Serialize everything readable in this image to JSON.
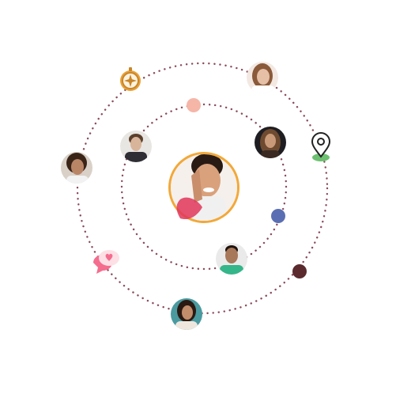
{
  "scene": {
    "orbit_color": "#8a4a5a",
    "accent_colors": {
      "peach_dot": "#f5b6a8",
      "blue_dot": "#5a6fb3",
      "maroon_dot": "#5a2a2e",
      "center_ring": "#f2a838",
      "map_pin_base": "#6cc070",
      "chat_bubble": "#f46d8f",
      "compass": "#c8862a"
    },
    "icons": [
      "compass-icon",
      "map-pin-icon",
      "chat-heart-icon"
    ],
    "avatars": [
      {
        "name": "center-user",
        "skin": "#d9a27c",
        "hair": "#2a1a14",
        "bg": "#f6f0ec",
        "shirt": "#f0f0f0"
      },
      {
        "name": "user-top-right",
        "skin": "#e5bfa6",
        "hair": "#8a5a3a",
        "bg": "#f3e8e2",
        "shirt": "#ffffff"
      },
      {
        "name": "user-left",
        "skin": "#b98567",
        "hair": "#3a2418",
        "bg": "#d9d0c8",
        "shirt": "#f2f2f2"
      },
      {
        "name": "user-inner-left",
        "skin": "#d8b49a",
        "hair": "#5a3f2c",
        "bg": "#e8e6e2",
        "shirt": "#2e2e34"
      },
      {
        "name": "user-inner-right",
        "skin": "#c99a7a",
        "hair": "#6e4a30",
        "bg": "#1e1e22",
        "shirt": "#3a2a22"
      },
      {
        "name": "user-bottom-right",
        "skin": "#a8785a",
        "hair": "#1e120c",
        "bg": "#eaeaea",
        "shirt": "#35b58a"
      },
      {
        "name": "user-bottom",
        "skin": "#c28d6b",
        "hair": "#2a1a12",
        "bg": "#4a9aa0",
        "shirt": "#efe7de"
      }
    ]
  }
}
